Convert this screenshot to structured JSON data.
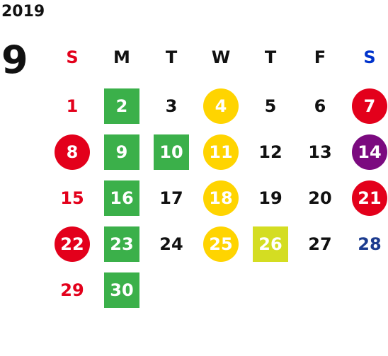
{
  "year": "2019",
  "month": "9",
  "colors": {
    "text": "#111111",
    "sunday": "#e3001b",
    "saturday": "#0033cc",
    "saturday_date": "#1d3c8f",
    "green": "#3bb04a",
    "yellow": "#ffd400",
    "red": "#e3001b",
    "purple": "#7b0a7f",
    "lime": "#d4dd22"
  },
  "weekdays": [
    {
      "label": "S",
      "color": "#e3001b"
    },
    {
      "label": "M",
      "color": "#111111"
    },
    {
      "label": "T",
      "color": "#111111"
    },
    {
      "label": "W",
      "color": "#111111"
    },
    {
      "label": "T",
      "color": "#111111"
    },
    {
      "label": "F",
      "color": "#111111"
    },
    {
      "label": "S",
      "color": "#0033cc"
    }
  ],
  "days": [
    {
      "d": "1",
      "text": "#e3001b"
    },
    {
      "d": "2",
      "shape": "square",
      "bg": "#3bb04a"
    },
    {
      "d": "3"
    },
    {
      "d": "4",
      "shape": "circle",
      "bg": "#ffd400"
    },
    {
      "d": "5"
    },
    {
      "d": "6"
    },
    {
      "d": "7",
      "shape": "circle",
      "bg": "#e3001b"
    },
    {
      "d": "8",
      "shape": "circle",
      "bg": "#e3001b"
    },
    {
      "d": "9",
      "shape": "square",
      "bg": "#3bb04a"
    },
    {
      "d": "10",
      "shape": "square",
      "bg": "#3bb04a"
    },
    {
      "d": "11",
      "shape": "circle",
      "bg": "#ffd400"
    },
    {
      "d": "12"
    },
    {
      "d": "13"
    },
    {
      "d": "14",
      "shape": "circle",
      "bg": "#7b0a7f"
    },
    {
      "d": "15",
      "text": "#e3001b"
    },
    {
      "d": "16",
      "shape": "square",
      "bg": "#3bb04a"
    },
    {
      "d": "17"
    },
    {
      "d": "18",
      "shape": "circle",
      "bg": "#ffd400"
    },
    {
      "d": "19"
    },
    {
      "d": "20"
    },
    {
      "d": "21",
      "shape": "circle",
      "bg": "#e3001b"
    },
    {
      "d": "22",
      "shape": "circle",
      "bg": "#e3001b"
    },
    {
      "d": "23",
      "shape": "square",
      "bg": "#3bb04a"
    },
    {
      "d": "24"
    },
    {
      "d": "25",
      "shape": "circle",
      "bg": "#ffd400"
    },
    {
      "d": "26",
      "shape": "square",
      "bg": "#d4dd22"
    },
    {
      "d": "27"
    },
    {
      "d": "28",
      "text": "#1d3c8f"
    },
    {
      "d": "29",
      "text": "#e3001b"
    },
    {
      "d": "30",
      "shape": "square",
      "bg": "#3bb04a"
    }
  ]
}
